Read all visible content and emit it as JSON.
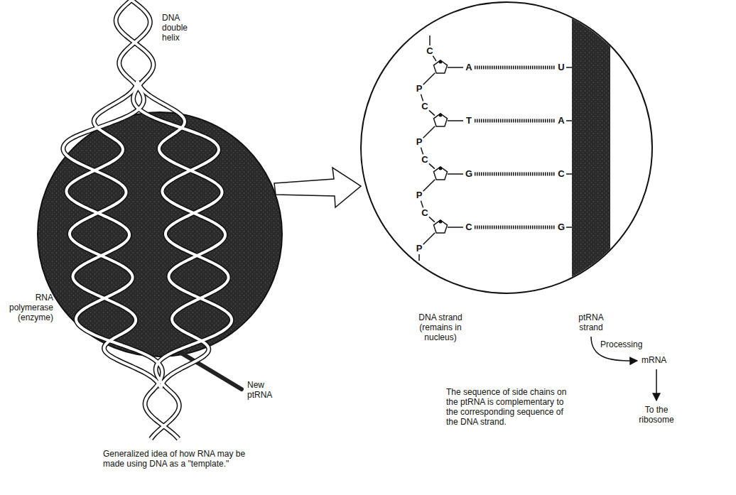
{
  "diagram": {
    "caption": "Generalized idea of how RNA may be made using DNA as a \"template.\"",
    "labels": [
      "DNA double helix",
      "RNA polymerase (enzyme)",
      "New ptRNA",
      "C",
      "A",
      "U",
      "P",
      "C",
      "T",
      "A",
      "P",
      "C",
      "G",
      "C",
      "P",
      "C",
      "C",
      "G",
      "P",
      "DNA strand (remains in nucleus)",
      "ptRNA strand",
      "Processing",
      "mRNA",
      "The sequence of side chains on the ptRNA is complementary to the corresponding sequence of the DNA strand.",
      "To the ribosome"
    ]
  }
}
